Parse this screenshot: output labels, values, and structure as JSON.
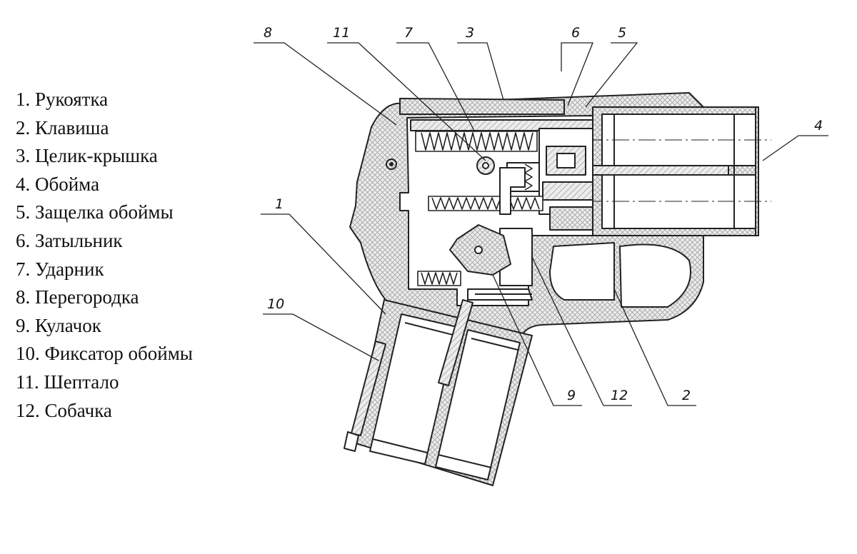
{
  "legend": [
    "1. Рукоятка",
    "2. Клавиша",
    "3. Целик-крышка",
    "4. Обойма",
    "5. Защелка обоймы",
    "6. Затыльник",
    "7. Ударник",
    "8. Перегородка",
    "9. Кулачок",
    "10. Фиксатор обоймы",
    "11. Шептало",
    "12. Собачка"
  ],
  "callouts": [
    "1",
    "2",
    "3",
    "4",
    "5",
    "6",
    "7",
    "8",
    "9",
    "10",
    "11",
    "12"
  ],
  "colors": {
    "line": "#222222",
    "hatch_fill": "#dcdcdc",
    "background": "#ffffff"
  }
}
